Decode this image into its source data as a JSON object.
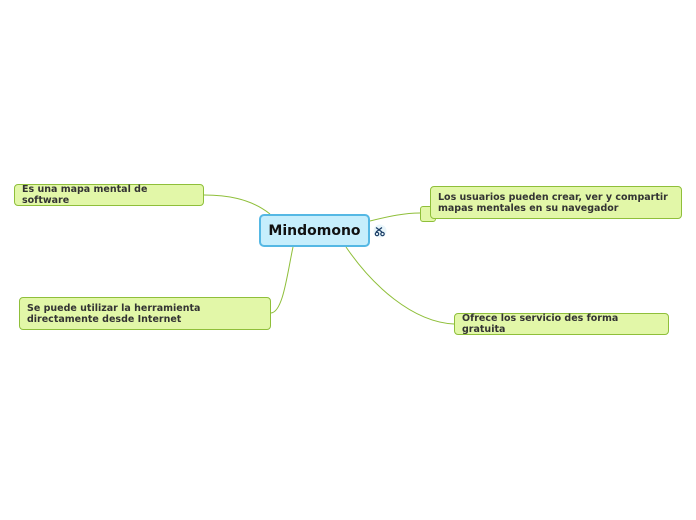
{
  "map": {
    "central_topic": "Mindomono",
    "central_icon": "scissors-icon",
    "topics": [
      {
        "text": "Es una mapa mental de software"
      },
      {
        "text": "Se puede utilizar la herramienta directamente desde Internet"
      },
      {
        "text": "Los usuarios pueden crear, ver y compartir mapas mentales en su navegador"
      },
      {
        "text": "Ofrece los servicio des forma gratuita"
      }
    ]
  },
  "colors": {
    "central_fill": "#c6eefc",
    "central_border": "#55b8e4",
    "topic_fill": "#e2f7a8",
    "topic_border": "#8fbf3a",
    "connector": "#8fbf3a"
  }
}
